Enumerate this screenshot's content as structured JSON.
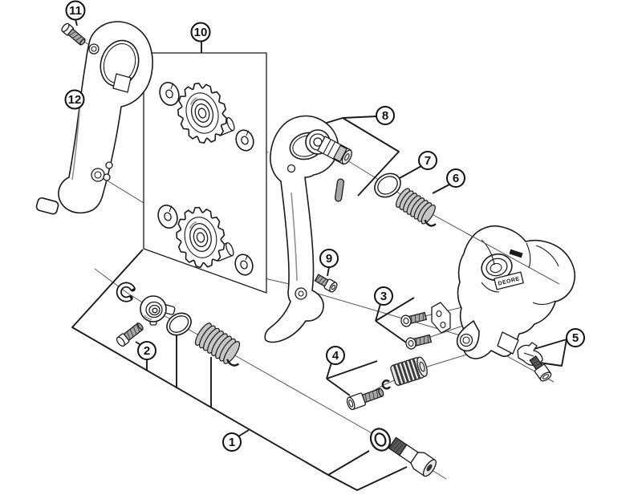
{
  "diagram": {
    "body_label": "DEORE",
    "callouts": [
      {
        "number": "1"
      },
      {
        "number": "2"
      },
      {
        "number": "3"
      },
      {
        "number": "4"
      },
      {
        "number": "5"
      },
      {
        "number": "6"
      },
      {
        "number": "7"
      },
      {
        "number": "8"
      },
      {
        "number": "9"
      },
      {
        "number": "10"
      },
      {
        "number": "11"
      },
      {
        "number": "12"
      }
    ]
  }
}
